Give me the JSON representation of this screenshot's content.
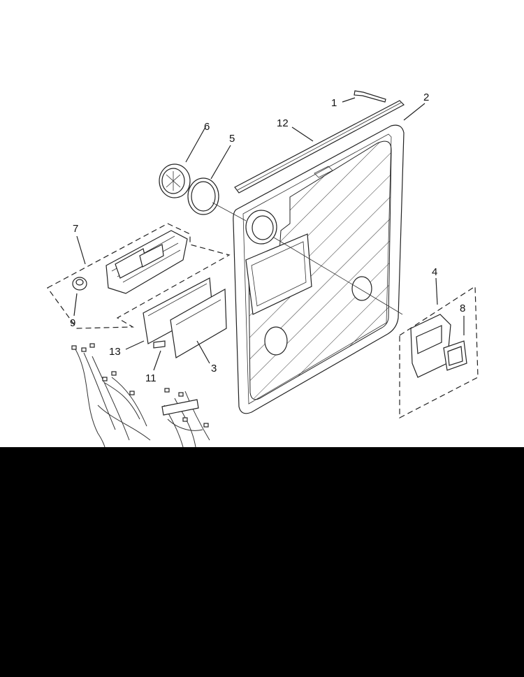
{
  "callouts": [
    {
      "id": "1",
      "label": "1"
    },
    {
      "id": "2",
      "label": "2"
    },
    {
      "id": "3",
      "label": "3"
    },
    {
      "id": "4",
      "label": "4"
    },
    {
      "id": "5",
      "label": "5"
    },
    {
      "id": "6",
      "label": "6"
    },
    {
      "id": "7",
      "label": "7"
    },
    {
      "id": "8",
      "label": "8"
    },
    {
      "id": "9",
      "label": "9"
    },
    {
      "id": "11",
      "label": "11"
    },
    {
      "id": "12",
      "label": "12"
    },
    {
      "id": "13",
      "label": "13"
    }
  ],
  "colors": {
    "background": "#ffffff",
    "line": "#222222",
    "band": "#000000"
  }
}
